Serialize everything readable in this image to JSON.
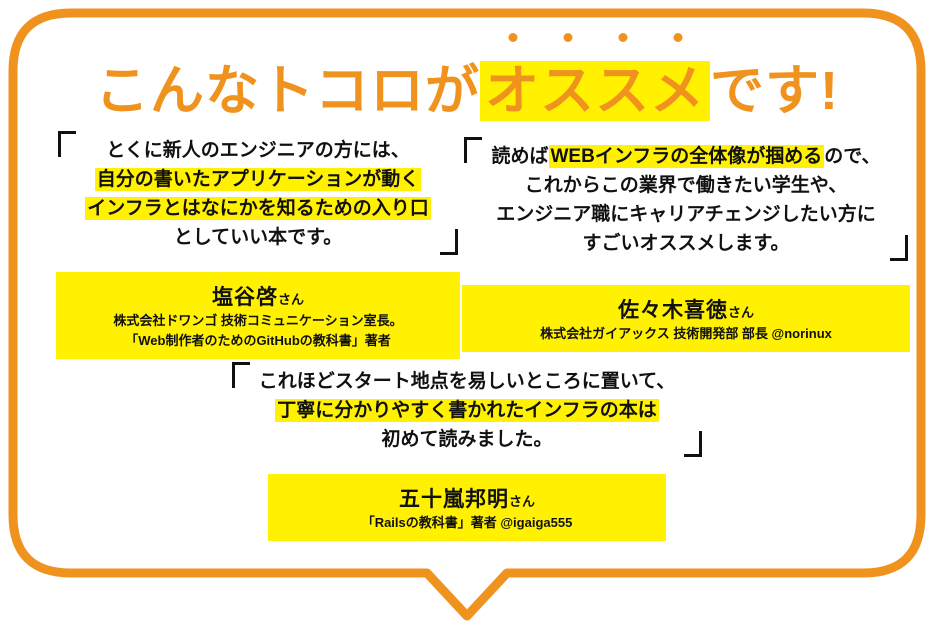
{
  "colors": {
    "accent": "#F0921E",
    "highlight": "#FFF100",
    "text": "#111111"
  },
  "title": {
    "pre": "こんなトコロが",
    "hl_chars": [
      "オ",
      "ス",
      "ス",
      "メ"
    ],
    "post": "です!"
  },
  "testimonials": [
    {
      "lines": [
        [
          {
            "t": "とくに新人のエンジニアの方には、",
            "hl": false
          }
        ],
        [
          {
            "t": "自分の書いたアプリケーションが動く",
            "hl": true
          }
        ],
        [
          {
            "t": "インフラとはなにかを知るための入り口",
            "hl": true
          }
        ],
        [
          {
            "t": "としていい本です。",
            "hl": false
          }
        ]
      ],
      "name": "塩谷啓",
      "honorific": "さん",
      "details": [
        "株式会社ドワンゴ 技術コミュニケーション室長。",
        "「Web制作者のためのGitHubの教科書」著者"
      ]
    },
    {
      "lines": [
        [
          {
            "t": "読めば",
            "hl": false
          },
          {
            "t": "WEBインフラの全体像が掴める",
            "hl": true
          },
          {
            "t": "ので、",
            "hl": false
          }
        ],
        [
          {
            "t": "これからこの業界で働きたい学生や、",
            "hl": false
          }
        ],
        [
          {
            "t": "エンジニア職にキャリアチェンジしたい方に",
            "hl": false
          }
        ],
        [
          {
            "t": "すごいオススメします。",
            "hl": false
          }
        ]
      ],
      "name": "佐々木喜徳",
      "honorific": "さん",
      "details": [
        "株式会社ガイアックス 技術開発部 部長 @norinux"
      ]
    },
    {
      "lines": [
        [
          {
            "t": "これほどスタート地点を易しいところに置いて、",
            "hl": false
          }
        ],
        [
          {
            "t": "丁寧に分かりやすく書かれたインフラの本は",
            "hl": true
          }
        ],
        [
          {
            "t": "初めて読みました。",
            "hl": false
          }
        ]
      ],
      "name": "五十嵐邦明",
      "honorific": "さん",
      "details": [
        "「Railsの教科書」著者 @igaiga555"
      ]
    }
  ]
}
